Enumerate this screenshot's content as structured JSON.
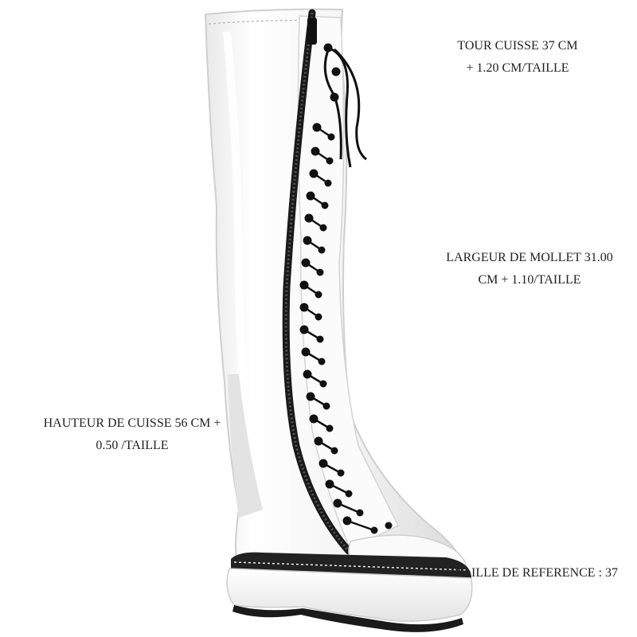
{
  "annotations": {
    "thigh_circumference": {
      "line1": "TOUR CUISSE 37 CM",
      "line2": "+ 1.20 CM/TAILLE"
    },
    "calf_width": {
      "line1": "LARGEUR DE MOLLET 31.00",
      "line2": "CM + 1.10/TAILLE"
    },
    "thigh_height": {
      "line1": "HAUTEUR DE CUISSE  56 CM +",
      "line2": "0.50 /TAILLE"
    },
    "reference_size": {
      "line1": "TAILLE DE REFERENCE : 37"
    }
  },
  "colors": {
    "background": "#ffffff",
    "boot_white": "#f7f7f7",
    "boot_shadow": "#d9d9d9",
    "zipper": "#1a1a1a",
    "laces": "#111111",
    "text": "#222222"
  }
}
